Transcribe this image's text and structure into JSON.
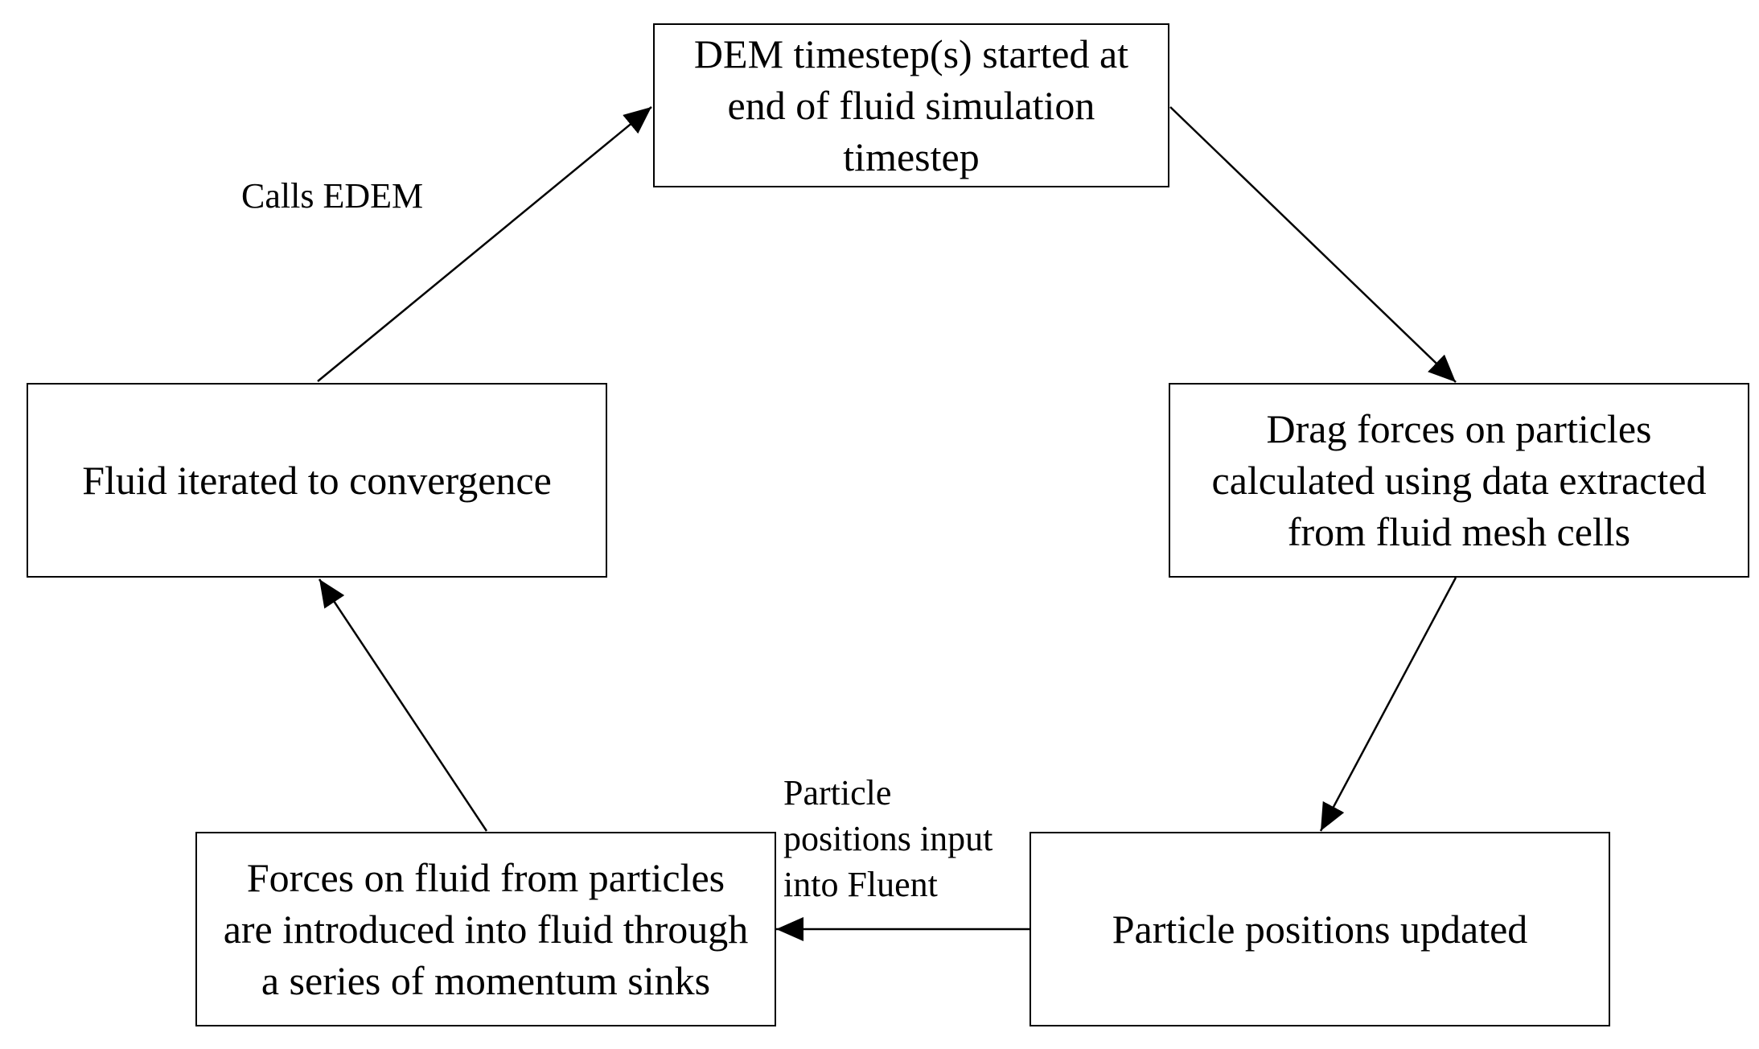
{
  "diagram": {
    "nodes": {
      "dem_timestep": "DEM timestep(s) started at\nend of fluid simulation\ntimestep",
      "drag_forces": "Drag forces on particles\ncalculated using data extracted\nfrom fluid mesh cells",
      "particle_positions": "Particle positions updated",
      "forces_on_fluid": "Forces on fluid from particles\nare introduced into fluid through\na series of momentum sinks",
      "fluid_iterated": "Fluid iterated to convergence"
    },
    "edge_labels": {
      "calls_edem": "Calls EDEM",
      "particle_input": "Particle\npositions input\ninto Fluent"
    },
    "colors": {
      "stroke": "#000000",
      "background": "#ffffff"
    }
  }
}
